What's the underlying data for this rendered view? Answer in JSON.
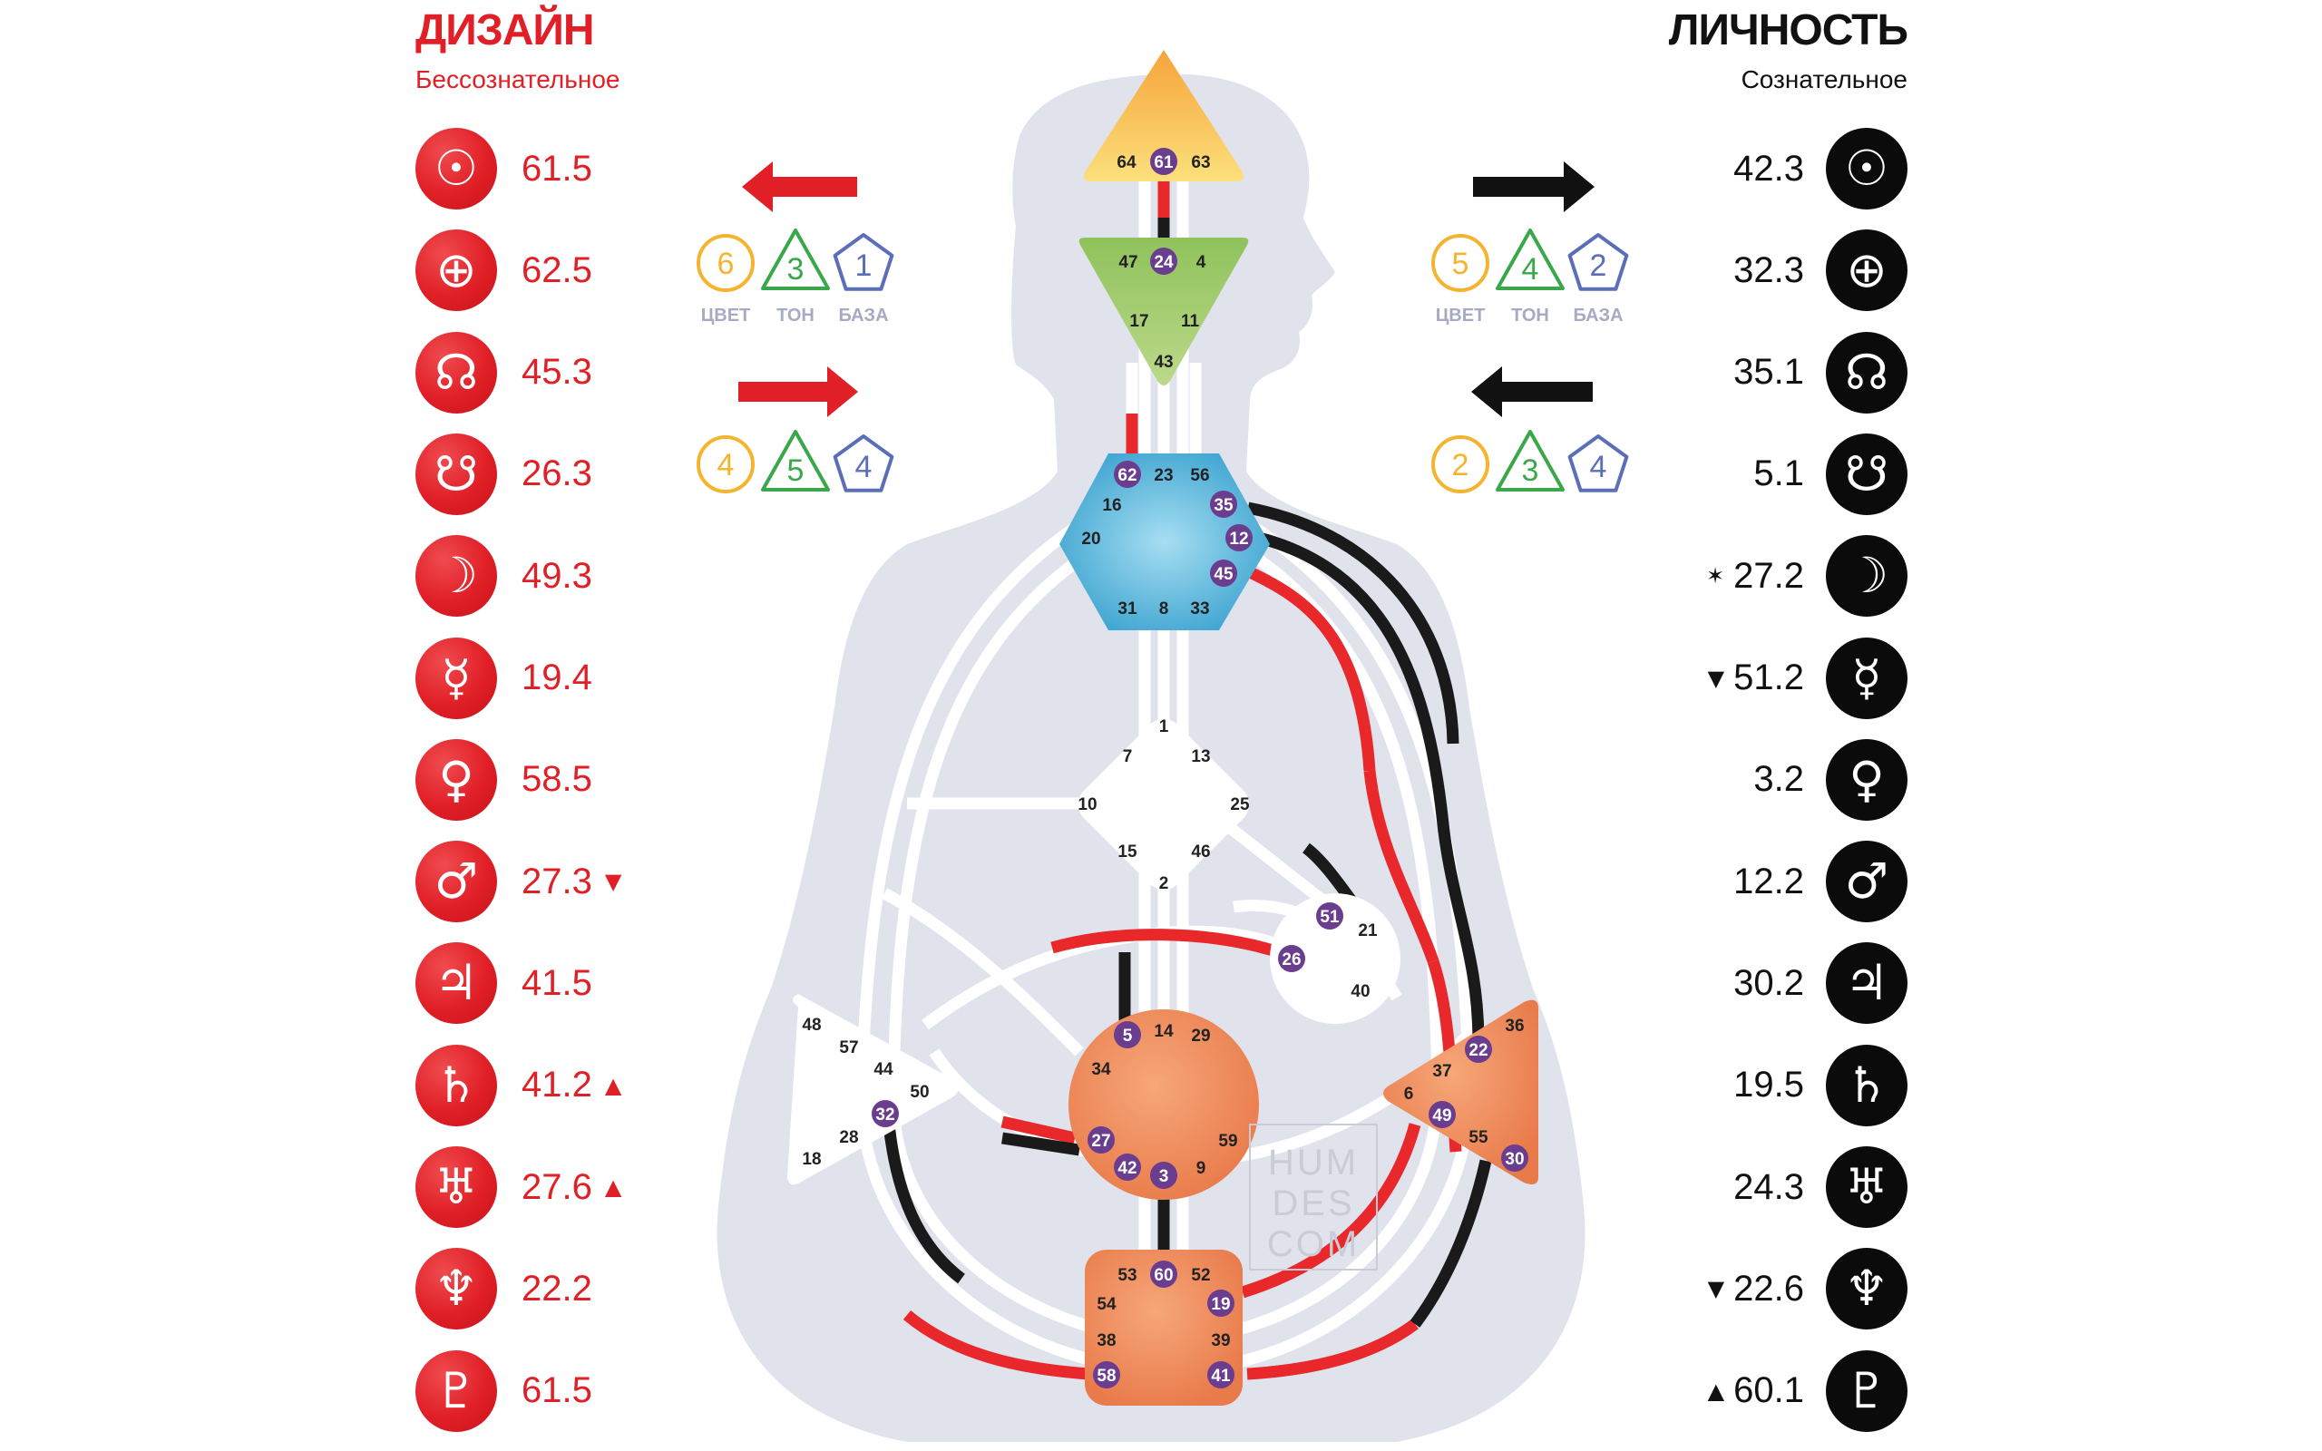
{
  "design": {
    "title": "ДИЗАЙН",
    "subtitle": "Бессознательное",
    "color": "#e01f26",
    "planets": [
      {
        "icon": "sun-icon",
        "symbol": "☉",
        "value": "61.5",
        "mark": ""
      },
      {
        "icon": "earth-icon",
        "symbol": "⊕",
        "value": "62.5",
        "mark": ""
      },
      {
        "icon": "north-node-icon",
        "symbol": "☊",
        "value": "45.3",
        "mark": ""
      },
      {
        "icon": "south-node-icon",
        "symbol": "☋",
        "value": "26.3",
        "mark": ""
      },
      {
        "icon": "moon-icon",
        "symbol": "☽",
        "value": "49.3",
        "mark": ""
      },
      {
        "icon": "mercury-icon",
        "symbol": "☿",
        "value": "19.4",
        "mark": ""
      },
      {
        "icon": "venus-icon",
        "symbol": "♀",
        "value": "58.5",
        "mark": ""
      },
      {
        "icon": "mars-icon",
        "symbol": "♂",
        "value": "27.3",
        "mark": "▼"
      },
      {
        "icon": "jupiter-icon",
        "symbol": "♃",
        "value": "41.5",
        "mark": ""
      },
      {
        "icon": "saturn-icon",
        "symbol": "♄",
        "value": "41.2",
        "mark": "▲"
      },
      {
        "icon": "uranus-icon",
        "symbol": "♅",
        "value": "27.6",
        "mark": "▲"
      },
      {
        "icon": "neptune-icon",
        "symbol": "♆",
        "value": "22.2",
        "mark": ""
      },
      {
        "icon": "pluto-icon",
        "symbol": "♇",
        "value": "61.5",
        "mark": ""
      }
    ]
  },
  "personality": {
    "title": "ЛИЧНОСТЬ",
    "subtitle": "Сознательное",
    "color": "#111111",
    "planets": [
      {
        "icon": "sun-icon",
        "symbol": "☉",
        "value": "42.3",
        "mark": ""
      },
      {
        "icon": "earth-icon",
        "symbol": "⊕",
        "value": "32.3",
        "mark": ""
      },
      {
        "icon": "north-node-icon",
        "symbol": "☊",
        "value": "35.1",
        "mark": ""
      },
      {
        "icon": "south-node-icon",
        "symbol": "☋",
        "value": "5.1",
        "mark": ""
      },
      {
        "icon": "moon-icon",
        "symbol": "☽",
        "value": "27.2",
        "mark": "✶"
      },
      {
        "icon": "mercury-icon",
        "symbol": "☿",
        "value": "51.2",
        "mark": "▼"
      },
      {
        "icon": "venus-icon",
        "symbol": "♀",
        "value": "3.2",
        "mark": ""
      },
      {
        "icon": "mars-icon",
        "symbol": "♂",
        "value": "12.2",
        "mark": ""
      },
      {
        "icon": "jupiter-icon",
        "symbol": "♃",
        "value": "30.2",
        "mark": ""
      },
      {
        "icon": "saturn-icon",
        "symbol": "♄",
        "value": "19.5",
        "mark": ""
      },
      {
        "icon": "uranus-icon",
        "symbol": "♅",
        "value": "24.3",
        "mark": ""
      },
      {
        "icon": "neptune-icon",
        "symbol": "♆",
        "value": "22.6",
        "mark": "▼"
      },
      {
        "icon": "pluto-icon",
        "symbol": "♇",
        "value": "60.1",
        "mark": "▲"
      }
    ]
  },
  "variables": {
    "labels": {
      "color": "ЦВЕТ",
      "tone": "ТОН",
      "base": "БАЗА"
    },
    "design_top": {
      "color": "6",
      "tone": "3",
      "base": "1"
    },
    "design_bottom": {
      "color": "4",
      "tone": "5",
      "base": "4"
    },
    "personality_top": {
      "color": "5",
      "tone": "4",
      "base": "2"
    },
    "personality_bottom": {
      "color": "2",
      "tone": "3",
      "base": "4"
    }
  },
  "centers": {
    "head": [
      "64",
      "61",
      "63"
    ],
    "ajna": [
      "47",
      "24",
      "4",
      "17",
      "11",
      "43"
    ],
    "throat": [
      "62",
      "23",
      "56",
      "16",
      "35",
      "20",
      "12",
      "45",
      "31",
      "8",
      "33"
    ],
    "g": [
      "1",
      "7",
      "13",
      "10",
      "25",
      "15",
      "46",
      "2"
    ],
    "heart": [
      "51",
      "21",
      "26",
      "40"
    ],
    "spleen": [
      "48",
      "57",
      "44",
      "50",
      "32",
      "28",
      "18"
    ],
    "sacral": [
      "5",
      "14",
      "29",
      "34",
      "59",
      "27",
      "42",
      "3",
      "9"
    ],
    "solar_plexus": [
      "36",
      "22",
      "37",
      "6",
      "49",
      "55",
      "30"
    ],
    "root": [
      "53",
      "60",
      "52",
      "54",
      "19",
      "38",
      "39",
      "58",
      "41"
    ]
  },
  "watermark": [
    "HUM",
    "DES",
    "COM"
  ]
}
